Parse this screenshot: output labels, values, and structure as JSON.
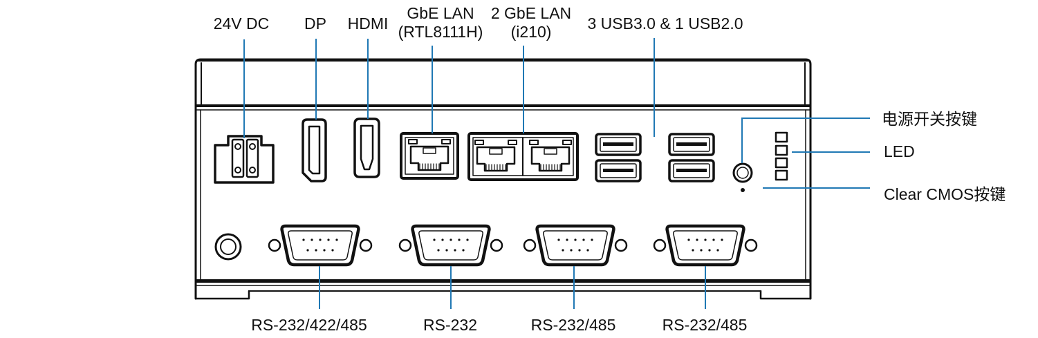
{
  "labels": {
    "top": {
      "dc": "24V DC",
      "dp": "DP",
      "hdmi": "HDMI",
      "gbe_lan_line1": "GbE LAN",
      "gbe_lan_line2": "(RTL8111H)",
      "dual_lan_line1": "2 GbE LAN",
      "dual_lan_line2": "(i210)",
      "usb": "3 USB3.0 & 1 USB2.0"
    },
    "right": {
      "power": "电源开关按键",
      "led": "LED",
      "cmos": "Clear CMOS按键"
    },
    "bottom": [
      "RS-232/422/485",
      "RS-232",
      "RS-232/485",
      "RS-232/485"
    ]
  },
  "colors": {
    "leader": "#1f78b4",
    "outline": "#111111",
    "text": "#111111"
  }
}
